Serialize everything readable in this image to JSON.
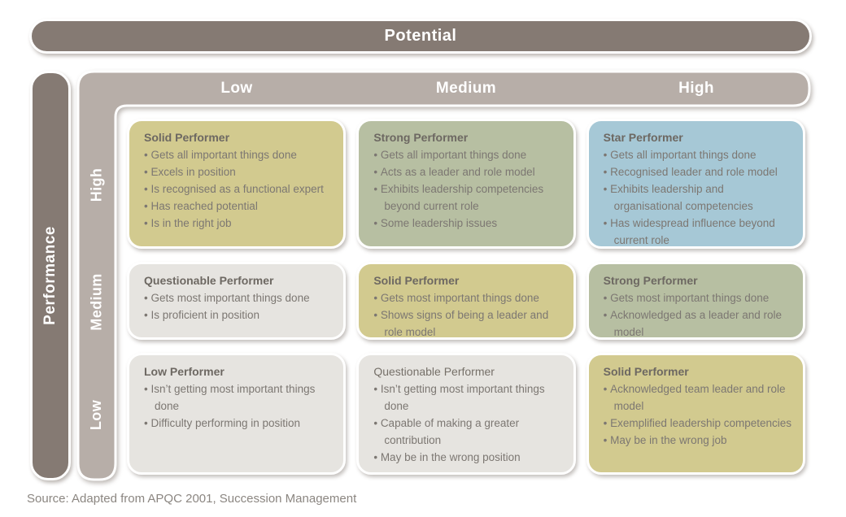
{
  "axes": {
    "potential_label": "Potential",
    "performance_label": "Performance",
    "column_headers": [
      "Low",
      "Medium",
      "High"
    ],
    "row_headers": [
      "High",
      "Medium",
      "Low"
    ]
  },
  "cells": [
    {
      "title": "Solid Performer",
      "color": "#d2ca8f",
      "bullets": [
        "Gets all important things done",
        "Excels in position",
        "Is recognised as a functional expert",
        "Has reached potential",
        "Is in the right job"
      ]
    },
    {
      "title": "Strong Performer",
      "color": "#b7bfa2",
      "bullets": [
        "Gets all important things done",
        "Acts as a leader and role model",
        "Exhibits leadership competencies beyond current role",
        "Some leadership issues"
      ]
    },
    {
      "title": "Star Performer",
      "color": "#a6c8d6",
      "bullets": [
        "Gets all important things done",
        "Recognised leader and role model",
        "Exhibits leadership and organisational competencies",
        "Has widespread influence beyond current role"
      ]
    },
    {
      "title": "Questionable Performer",
      "color": "#e6e4e0",
      "bullets": [
        "Gets most important things done",
        "Is proficient in position"
      ]
    },
    {
      "title": "Solid Performer",
      "color": "#d2ca8f",
      "bullets": [
        "Gets most important things done",
        "Shows signs of being a leader and role model"
      ]
    },
    {
      "title": "Strong Performer",
      "color": "#b7bfa2",
      "bullets": [
        "Gets most important things done",
        "Acknowledged as a leader and role model"
      ]
    },
    {
      "title": "Low Performer",
      "color": "#e6e4e0",
      "bullets": [
        "Isn’t getting most important things done",
        "Difficulty performing in position"
      ]
    },
    {
      "title": "Questionable Performer",
      "color": "#e6e4e0",
      "bullets": [
        "Isn’t getting most important things done",
        "Capable of making a greater contribution",
        "May be in the wrong position"
      ]
    },
    {
      "title": "Solid Performer",
      "color": "#d2ca8f",
      "bullets": [
        "Acknowledged team leader and role model",
        "Exemplified leadership competencies",
        "May be in the wrong job"
      ]
    }
  ],
  "colors": {
    "dark_axis_bar": "#857a73",
    "header_band": "#b7aea8",
    "khaki_cell": "#d2ca8f",
    "sage_cell": "#b7bfa2",
    "blue_cell": "#a6c8d6",
    "grey_cell": "#e6e4e0",
    "title_text": "#6d6862",
    "body_text": "#7c7772"
  },
  "source": "Source: Adapted from APQC 2001, Succession Management"
}
